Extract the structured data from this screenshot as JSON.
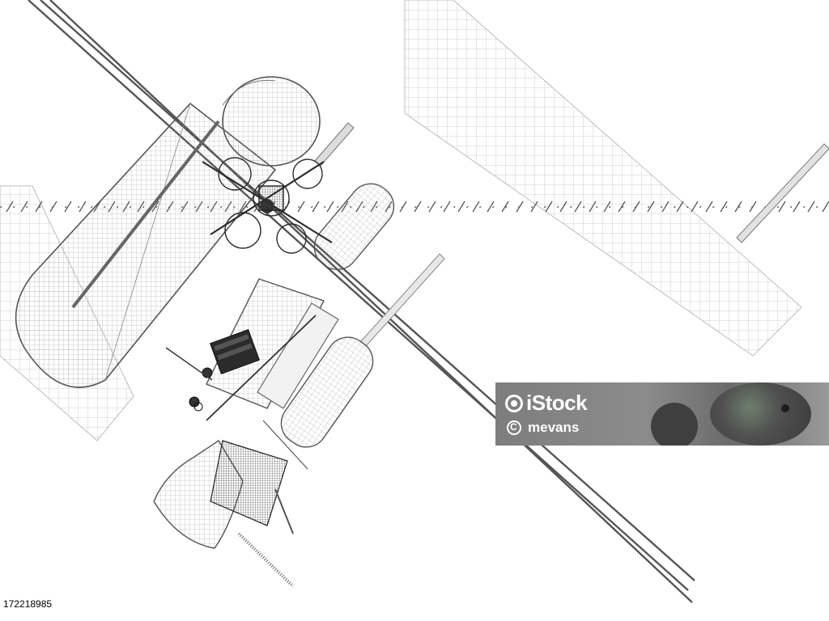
{
  "watermark": {
    "brand": "iStock",
    "credit": "mevans",
    "logo_icon": "istock-logo-icon",
    "credit_icon": "copyright-icon"
  },
  "image_id": "172218985",
  "colors": {
    "background": "#ffffff",
    "line": "#4a4a4a",
    "grid": "#b8b8b8",
    "watermark_bg": "#808080",
    "watermark_text": "#ffffff"
  },
  "scene": {
    "subject": "satellite-wireframe"
  }
}
